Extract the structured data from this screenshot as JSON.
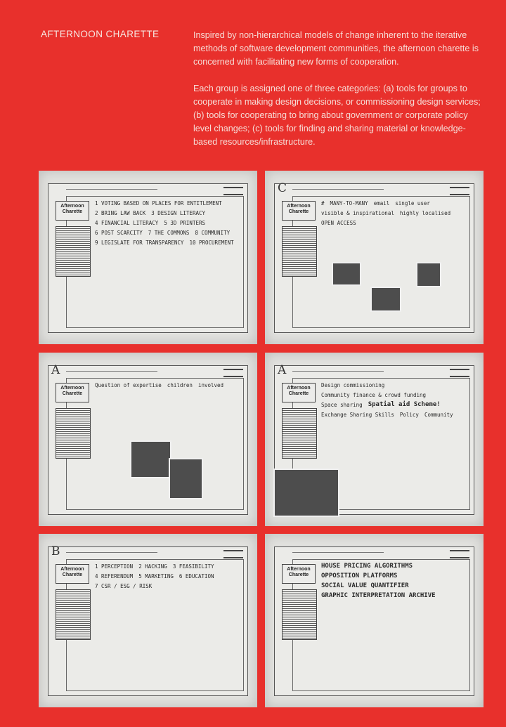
{
  "page": {
    "title": "AFTERNOON CHARETTE",
    "paragraphs": [
      "Inspired by non-hierarchical models of change inherent to the iterative methods of software development communities, the afternoon charette is concerned with facilitating new forms of cooperation.",
      "Each group is assigned one of three categories: (a) tools for groups to cooperate in making design decisions, or commissioning design services; (b) tools for cooperating to bring about government or corporate policy level changes; (c) tools for finding and sharing material or knowledge-based resources/infrastructure."
    ],
    "background_color": "#e8302c"
  },
  "photos": [
    {
      "letter": "",
      "label": "Afternoon Charette",
      "notes": [
        "1 VOTING BASED ON PLACES FOR ENTITLEMENT",
        "2 BRING LAW BACK",
        "3 DESIGN LITERACY",
        "4 FINANCIAL LITERACY",
        "5 3D PRINTERS",
        "6 POST SCARCITY",
        "7 THE COMMONS",
        "8 COMMUNITY",
        "9 LEGISLATE FOR TRANSPARENCY",
        "10 PROCUREMENT"
      ]
    },
    {
      "letter": "C",
      "label": "Afternoon Charette",
      "notes": [
        "#",
        "MANY-TO-MANY",
        "email",
        "single user",
        "visible & inspirational",
        "highly localised",
        "OPEN ACCESS"
      ]
    },
    {
      "letter": "A",
      "label": "Afternoon Charette",
      "notes": [
        "Question of expertise",
        "children",
        "involved"
      ]
    },
    {
      "letter": "A",
      "label": "Afternoon Charette",
      "notes": [
        "Design commissioning",
        "Community finance & crowd funding",
        "Space sharing",
        "Spatial aid Scheme!",
        "Exchange Sharing Skills",
        "Policy",
        "Community"
      ]
    },
    {
      "letter": "B",
      "label": "Afternoon Charette",
      "notes": [
        "1 PERCEPTION",
        "2 HACKING",
        "3 FEASIBILITY",
        "4 REFERENDUM",
        "5 MARKETING",
        "6 EDUCATION",
        "7 CSR / ESG / RISK"
      ]
    },
    {
      "letter": "",
      "label": "Afternoon Charette",
      "notes": [
        "HOUSE PRICING ALGORITHMS",
        "OPPOSITION PLATFORMS",
        "SOCIAL VALUE QUANTIFIER",
        "GRAPHIC INTERPRETATION ARCHIVE"
      ]
    }
  ]
}
